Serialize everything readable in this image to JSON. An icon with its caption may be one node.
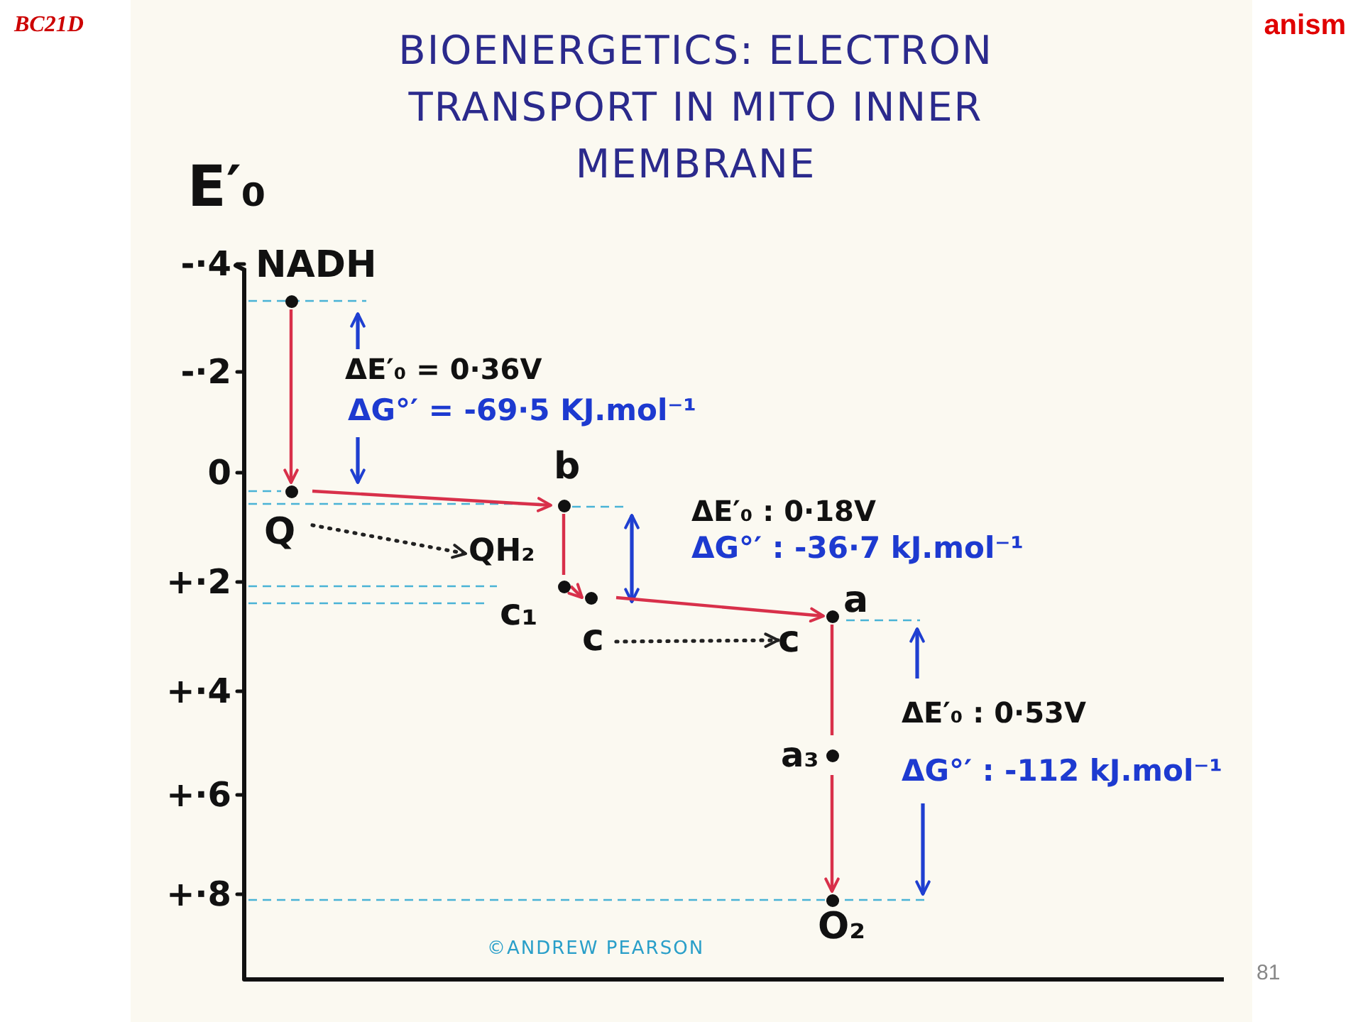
{
  "diagram": {
    "title": "BIOENERGETICS: ELECTRON TRANSPORT IN MITO INNER MEMBRANE",
    "nodes": [
      {
        "text": [
          "NADH"
        ]
      },
      {
        "text": [
          "Q"
        ]
      },
      {
        "text": [
          "b"
        ]
      },
      {
        "text": [
          "QH₂"
        ]
      },
      {
        "text": [
          "c₁"
        ]
      },
      {
        "text": [
          "c"
        ]
      },
      {
        "text": [
          "c"
        ]
      },
      {
        "text": [
          "a"
        ]
      },
      {
        "text": [
          "a₃"
        ]
      },
      {
        "text": [
          "O₂"
        ]
      }
    ],
    "edges": [
      {
        "from": 0,
        "to": 1,
        "arrow": "to"
      },
      {
        "from": 1,
        "to": 2,
        "arrow": "to"
      },
      {
        "from": 2,
        "to": 4,
        "arrow": "none"
      },
      {
        "from": 4,
        "to": 5,
        "arrow": "to"
      },
      {
        "from": 5,
        "to": 7,
        "arrow": "to"
      },
      {
        "from": 7,
        "to": 8,
        "arrow": "none"
      },
      {
        "from": 8,
        "to": 9,
        "arrow": "to"
      },
      {
        "from": 1,
        "to": 3,
        "arrow": "to",
        "style": "dashed",
        "color": "#222222"
      },
      {
        "from": 5,
        "to": 6,
        "arrow": "to",
        "style": "dashed",
        "color": "#222222"
      }
    ],
    "labels": [
      "BC21D",
      "anism",
      "E′₀",
      "-·4",
      "-·2",
      "ΔE′₀ = 0·36V",
      "ΔG°′ = -69·5 KJ.mol⁻¹",
      "0",
      "ΔE′₀ : 0·18V",
      "ΔG°′ : -36·7 kJ.mol⁻¹",
      "+·2",
      "+·4",
      "ΔE′₀ : 0·53V",
      "ΔG°′ : -112 kJ.mol⁻¹",
      "+·6",
      "+·8",
      "©ANDREW PEARSON",
      "81"
    ]
  }
}
